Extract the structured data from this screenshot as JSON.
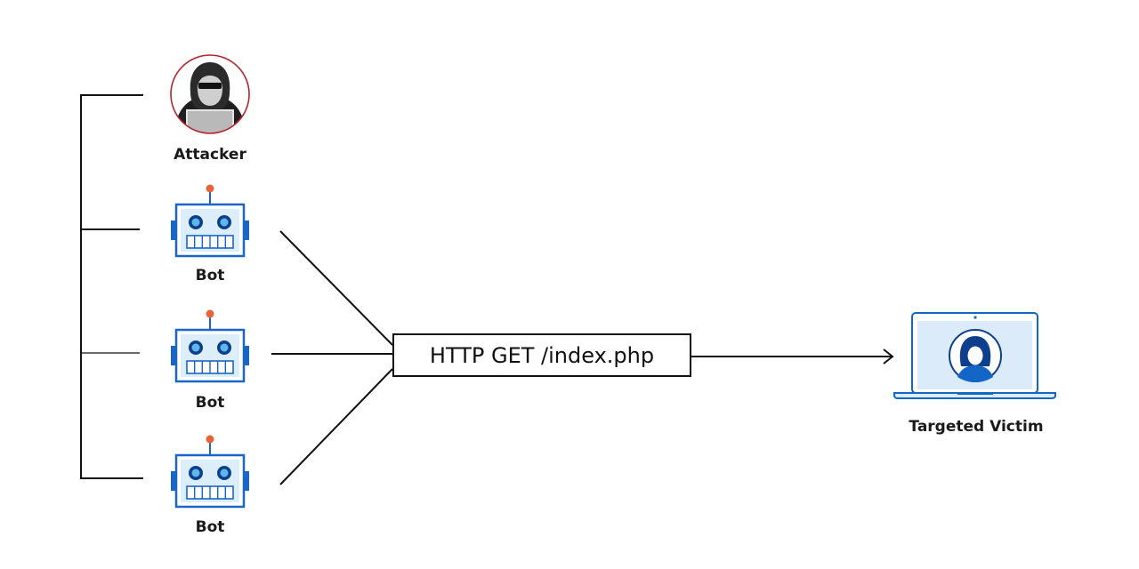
{
  "attacker": {
    "label": "Attacker",
    "icon": "hooded-hacker-icon"
  },
  "bots": [
    {
      "label": "Bot",
      "icon": "robot-icon"
    },
    {
      "label": "Bot",
      "icon": "robot-icon"
    },
    {
      "label": "Bot",
      "icon": "robot-icon"
    }
  ],
  "request": {
    "label": "HTTP GET /index.php"
  },
  "victim": {
    "label": "Targeted Victim",
    "icon": "laptop-user-icon"
  },
  "colors": {
    "line": "#111111",
    "bot_blue": "#1a66c7",
    "bot_light": "#dbeefa",
    "antenna": "#e8633a",
    "attacker_ring": "#b3262d",
    "victim_blue": "#1466c6"
  }
}
